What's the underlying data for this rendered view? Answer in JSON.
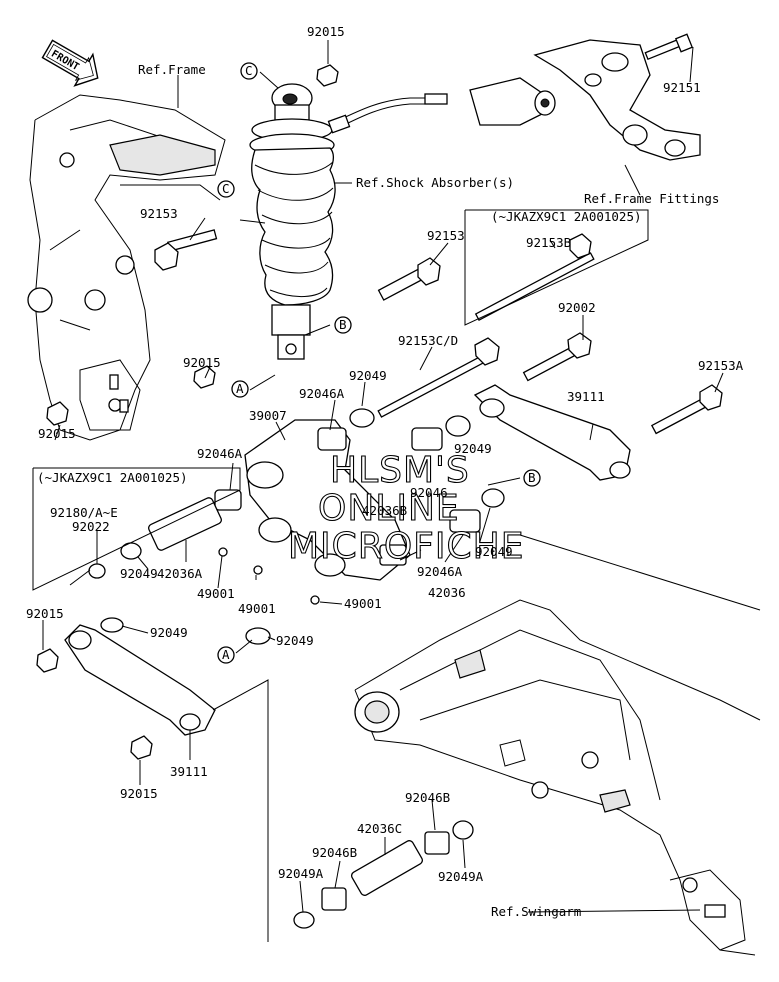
{
  "front_label": "FRONT",
  "refs": {
    "frame": "Ref.Frame",
    "shock": "Ref.Shock Absorber(s)",
    "frame_fittings": "Ref.Frame Fittings",
    "swingarm": "Ref.Swingarm"
  },
  "callouts": {
    "a": "A",
    "b": "B",
    "c": "C"
  },
  "variant_note_right": "(~JKAZX9C1 2A001025)",
  "variant_note_left": "(~JKAZX9C1 2A001025)",
  "watermark": [
    "HLSM'S",
    "ONLINE",
    "MICROFICHE"
  ],
  "parts": {
    "p92015_top": "92015",
    "p92151": "92151",
    "p92153_left": "92153",
    "p92153_mid": "92153",
    "p92153B": "92153B",
    "p92002": "92002",
    "p92153CD": "92153C/D",
    "p92015_mid": "92015",
    "p92049_a": "92049",
    "p92046A_a": "92046A",
    "p39007": "39007",
    "p39111_right": "39111",
    "p92153A": "92153A",
    "p92046A_b": "92046A",
    "p92049_b": "92049",
    "p92046": "92046",
    "p42036B": "42036B",
    "p92049_c": "92049",
    "p92015_left": "92015",
    "p92180": "92180/A~E",
    "p92022": "92022",
    "p92049_d": "92049",
    "p42036A": "42036A",
    "p49001_a": "49001",
    "p49001_b": "49001",
    "p49001_c": "49001",
    "p42036": "42036",
    "p92046A_c": "92046A",
    "p92015_low": "92015",
    "p92049_e": "92049",
    "p92049_f": "92049",
    "p39111_left": "39111",
    "p92015_bottom": "92015",
    "p92046B_a": "92046B",
    "p42036C": "42036C",
    "p92046B_b": "92046B",
    "p92049A_a": "92049A",
    "p92049A_b": "92049A"
  }
}
